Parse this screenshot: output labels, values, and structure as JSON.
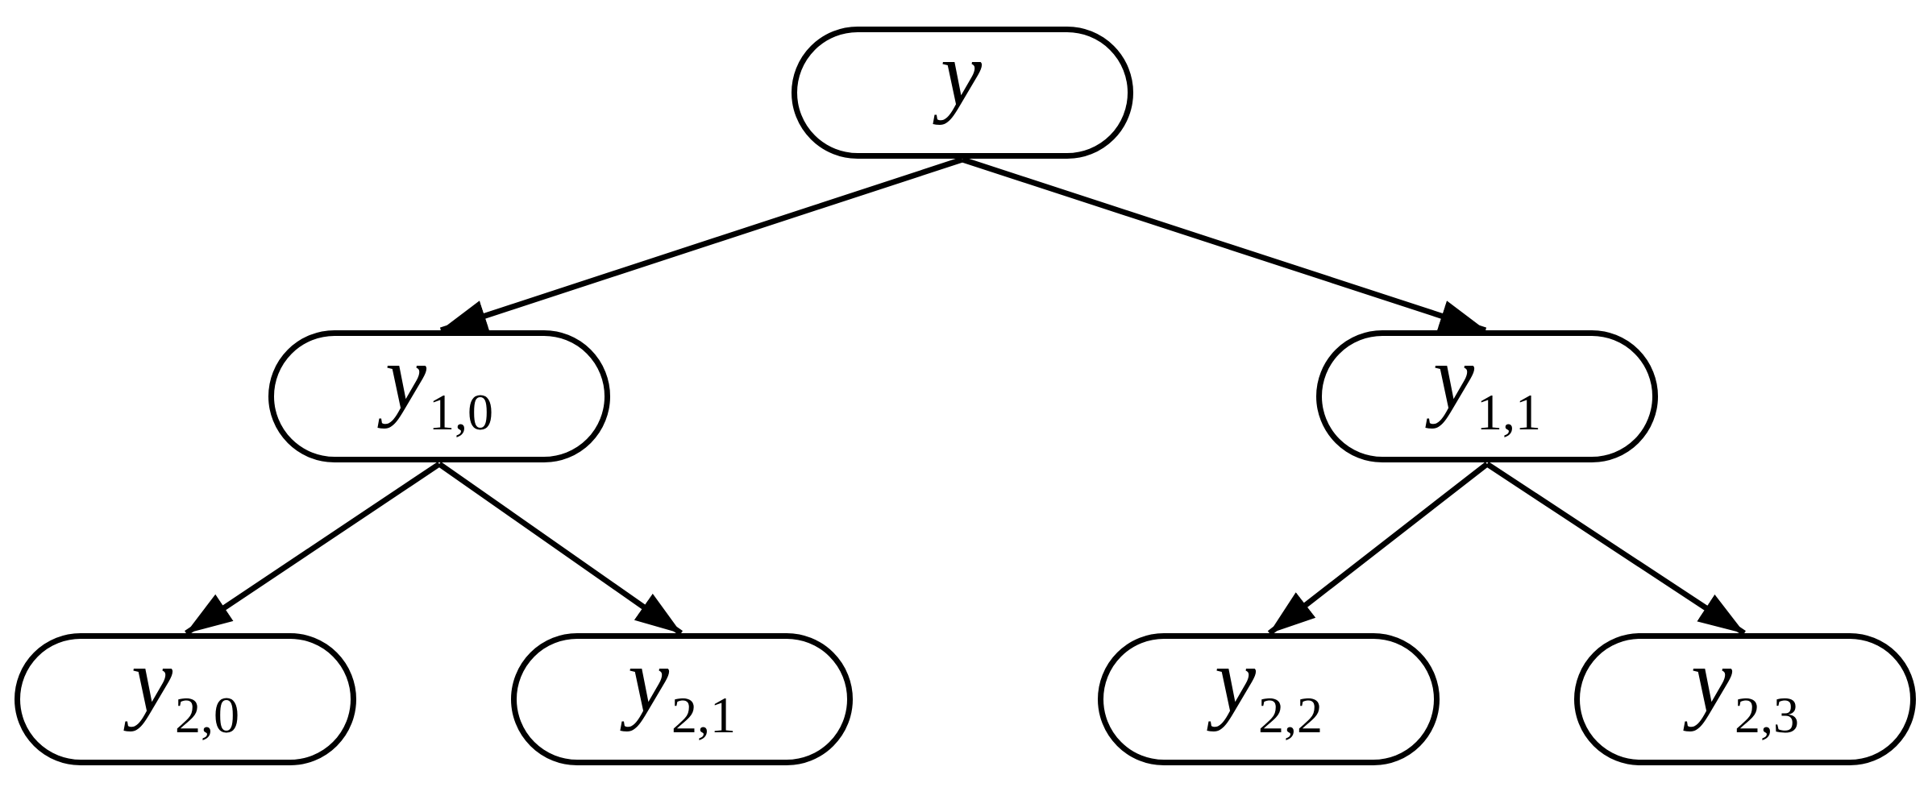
{
  "diagram": {
    "type": "binary-tree",
    "background_color": "#ffffff",
    "node_fill_color": "#ffffff",
    "node_border_color": "#000000",
    "edge_color": "#000000",
    "nodes": [
      {
        "id": "y",
        "label_base": "y",
        "label_subscript": ""
      },
      {
        "id": "y_1,0",
        "label_base": "y",
        "label_subscript": "1,0"
      },
      {
        "id": "y_1,1",
        "label_base": "y",
        "label_subscript": "1,1"
      },
      {
        "id": "y_2,0",
        "label_base": "y",
        "label_subscript": "2,0"
      },
      {
        "id": "y_2,1",
        "label_base": "y",
        "label_subscript": "2,1"
      },
      {
        "id": "y_2,2",
        "label_base": "y",
        "label_subscript": "2,2"
      },
      {
        "id": "y_2,3",
        "label_base": "y",
        "label_subscript": "2,3"
      }
    ],
    "edges": [
      {
        "from": "y",
        "to": "y_1,0"
      },
      {
        "from": "y",
        "to": "y_1,1"
      },
      {
        "from": "y_1,0",
        "to": "y_2,0"
      },
      {
        "from": "y_1,0",
        "to": "y_2,1"
      },
      {
        "from": "y_1,1",
        "to": "y_2,2"
      },
      {
        "from": "y_1,1",
        "to": "y_2,3"
      }
    ]
  }
}
